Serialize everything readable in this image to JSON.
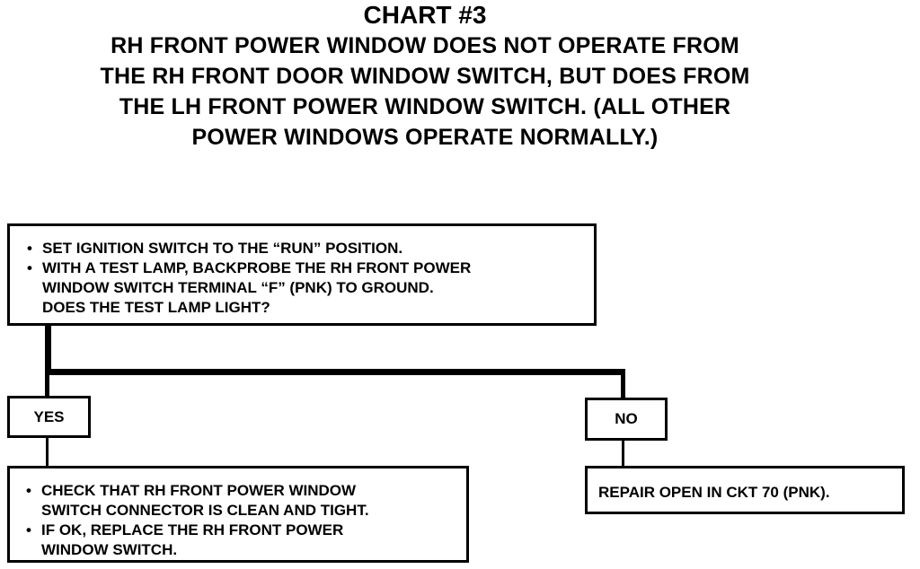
{
  "title": "CHART #3",
  "subtitle_lines": [
    "RH FRONT POWER WINDOW DOES NOT OPERATE FROM",
    "THE RH FRONT DOOR WINDOW SWITCH, BUT DOES FROM",
    "THE LH FRONT POWER WINDOW SWITCH. (ALL OTHER",
    "POWER WINDOWS OPERATE NORMALLY.)"
  ],
  "start_box": {
    "bullets": [
      "SET IGNITION SWITCH TO THE “RUN” POSITION.",
      "WITH A TEST LAMP, BACKPROBE THE RH FRONT POWER\nWINDOW SWITCH TERMINAL “F” (PNK) TO GROUND.\nDOES THE TEST LAMP LIGHT?"
    ]
  },
  "yes_branch": {
    "label": "YES",
    "bullets": [
      "CHECK THAT RH FRONT POWER WINDOW\nSWITCH CONNECTOR IS CLEAN AND TIGHT.",
      "IF OK, REPLACE THE RH FRONT POWER\nWINDOW SWITCH."
    ]
  },
  "no_branch": {
    "label": "NO",
    "result": "REPAIR OPEN IN CKT 70 (PNK)."
  }
}
